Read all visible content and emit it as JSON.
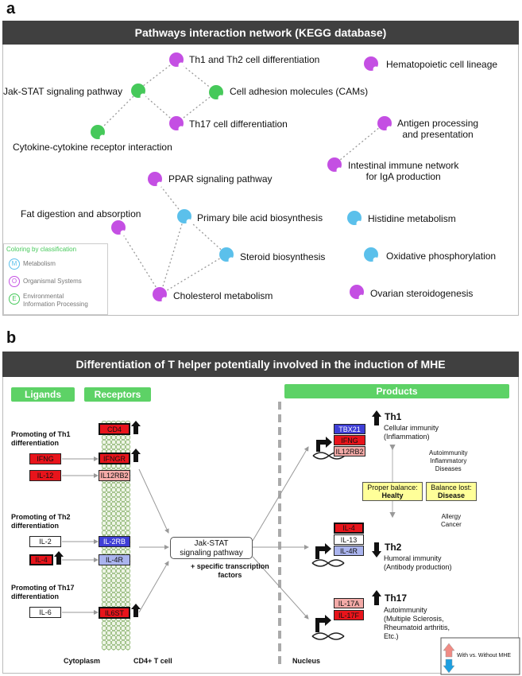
{
  "panel_a": {
    "letter": "a",
    "title": "Pathways interaction network (KEGG database)",
    "colors": {
      "metabolism": "#5bc0eb",
      "organismal": "#c44fe3",
      "environmental": "#46c95a"
    },
    "nodes": {
      "th1th2": "Th1 and Th2 cell differentiation",
      "hematopoietic": "Hematopoietic cell lineage",
      "jakstat": "Jak-STAT signaling pathway",
      "cams": "Cell adhesion molecules (CAMs)",
      "th17": "Th17 cell differentiation",
      "cytokine": "Cytokine-cytokine receptor interaction",
      "antigen1": "Antigen processing",
      "antigen2": "and presentation",
      "intestinal1": "Intestinal immune network",
      "intestinal2": "for IgA production",
      "ppar": "PPAR signaling pathway",
      "fat": "Fat digestion and absorption",
      "bile": "Primary bile acid biosynthesis",
      "histidine": "Histidine metabolism",
      "steroid": "Steroid biosynthesis",
      "oxidative": "Oxidative phosphorylation",
      "cholesterol": "Cholesterol metabolism",
      "ovarian": "Ovarian steroidogenesis"
    },
    "legend": {
      "title": "Coloring by classification",
      "items": [
        {
          "letter": "M",
          "label": "Metabolism"
        },
        {
          "letter": "O",
          "label": "Organismal Systems"
        },
        {
          "letter": "E",
          "label": "Environmental"
        }
      ],
      "item3_line2": "Information Processing"
    }
  },
  "panel_b": {
    "letter": "b",
    "title": "Differentiation of T helper potentially involved in the induction of MHE",
    "tabs": {
      "ligands": "Ligands",
      "receptors": "Receptors",
      "products": "Products"
    },
    "groups": {
      "th1_1": "Promoting of Th1",
      "th1_2": "differentiation",
      "th2_1": "Promoting of Th2",
      "th2_2": "differentiation",
      "th17_1": "Promoting of Th17",
      "th17_2": "differentiation"
    },
    "ligands": {
      "ifng": "IFNG",
      "il12": "IL-12",
      "il2": "IL-2",
      "il4": "IL-4",
      "il6": "IL-6"
    },
    "receptors": {
      "cd4": "CD4",
      "ifngr": "IFNGR",
      "il12rb2": "IL12RB2",
      "il2rb": "IL-2RB",
      "il4r": "IL-4R",
      "il6st": "IL6ST"
    },
    "jak1": "Jak-STAT",
    "jak2": "signaling pathway",
    "tf1": "+ specific transcription",
    "tf2": "factors",
    "cytoplasm": "Cytoplasm",
    "cd4cell": "CD4+ T cell",
    "nucleus": "Nucleus",
    "th1": {
      "tbx21": "TBX21",
      "ifng": "IFNG",
      "il12rb2": "IL12RB2",
      "name": "Th1",
      "d1": "Cellular immunity",
      "d2": "(Inflammation)"
    },
    "th2": {
      "il4": "IL-4",
      "il13": "IL-13",
      "il4r": "IL-4R",
      "name": "Th2",
      "d1": "Humoral immunity",
      "d2": "(Antibody production)"
    },
    "th17": {
      "il17a": "IL-17A",
      "il17f": "IL-17F",
      "name": "Th17",
      "d1": "Autoimmunity",
      "d2": "(Multiple Sclerosis,",
      "d3": "Rheumatoid arthritis,",
      "d4": "Etc.)"
    },
    "auto1": "Autoimmunity",
    "auto2": "Inflammatory",
    "auto3": "Diseases",
    "allergy1": "Allergy",
    "allergy2": "Cancer",
    "balance1": "Proper balance:",
    "balance1b": "Healty",
    "balance2": "Balance lost:",
    "balance2b": "Disease",
    "legend": "With vs. Without MHE"
  }
}
